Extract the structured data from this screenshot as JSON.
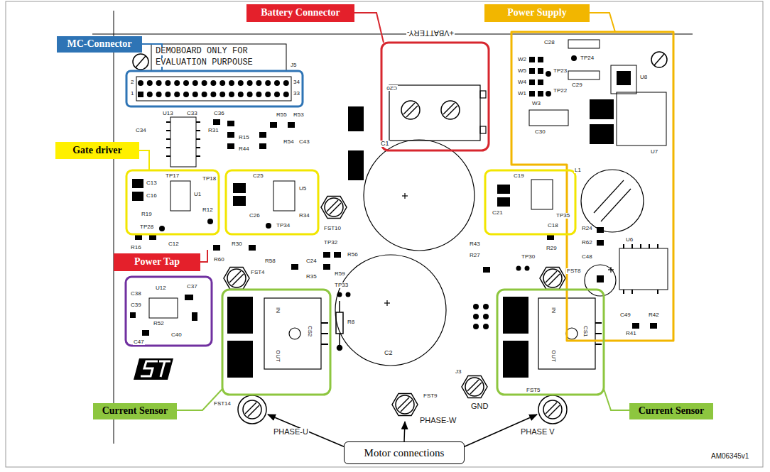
{
  "diagram": {
    "nodes": [
      {
        "text": [
          "MC-Connector"
        ]
      },
      {
        "text": [
          "Battery Connector"
        ]
      },
      {
        "text": [
          "Power Supply"
        ]
      },
      {
        "text": [
          "Gate driver"
        ]
      },
      {
        "text": [
          "Power Tap"
        ]
      },
      {
        "text": [
          "Current Sensor"
        ]
      },
      {
        "text": [
          "Current Sensor"
        ]
      },
      {
        "text": [
          "Motor connections"
        ]
      }
    ],
    "labels": [
      "DEMOBOARD ONLY FOR",
      "EVALUATION PURPOUSE",
      "J5",
      "2",
      "1",
      "34",
      "33",
      "+VBATTERY-",
      "C20",
      "C28",
      "TP24",
      "U8",
      "W2",
      "W5",
      "W4",
      "W1",
      "W3",
      "TP23",
      "TP22",
      "C29",
      "C30",
      "U7",
      "L1",
      "C1",
      "C2",
      "U6",
      "C48",
      "C49",
      "R42",
      "R41",
      "C19",
      "C21",
      "TP35",
      "C18",
      "R43",
      "R27",
      "R29",
      "R24",
      "R62",
      "TP30",
      "FST10",
      "FST4",
      "FST8",
      "FST9",
      "FST14",
      "FST5",
      "J3",
      "GND",
      "PHASE-U",
      "PHASE-W",
      "PHASE V",
      "CS2",
      "IN",
      "OUT",
      "CS1",
      "IN",
      "OUT",
      "U12",
      "C37",
      "C38",
      "C39",
      "R52",
      "C40",
      "C47",
      "U1",
      "C13",
      "C16",
      "R19",
      "TP28",
      "TP17",
      "TP18",
      "R12",
      "C25",
      "C26",
      "U5",
      "R34",
      "TP34",
      "R30",
      "TP32",
      "R56",
      "C24",
      "R58",
      "R59",
      "R35",
      "R60",
      "TP33",
      "R8",
      "C12",
      "R16",
      "U13",
      "C33",
      "C34",
      "C36",
      "R55",
      "R53",
      "R54",
      "C43",
      "R15",
      "R44",
      "R31",
      "AM06345v1"
    ]
  }
}
